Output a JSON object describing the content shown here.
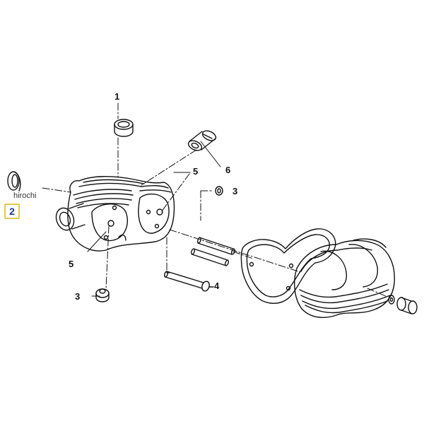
{
  "watermark": "hirochi",
  "highlighted_part": "2",
  "callouts": {
    "c1": "1",
    "c3_top": "3",
    "c3_left": "3",
    "c4": "4",
    "c5_top": "5",
    "c5_left": "5",
    "c6": "6"
  },
  "colors": {
    "highlight_border": "#e8c84a",
    "highlight_text": "#1d3a8a",
    "linework": "#111111"
  }
}
